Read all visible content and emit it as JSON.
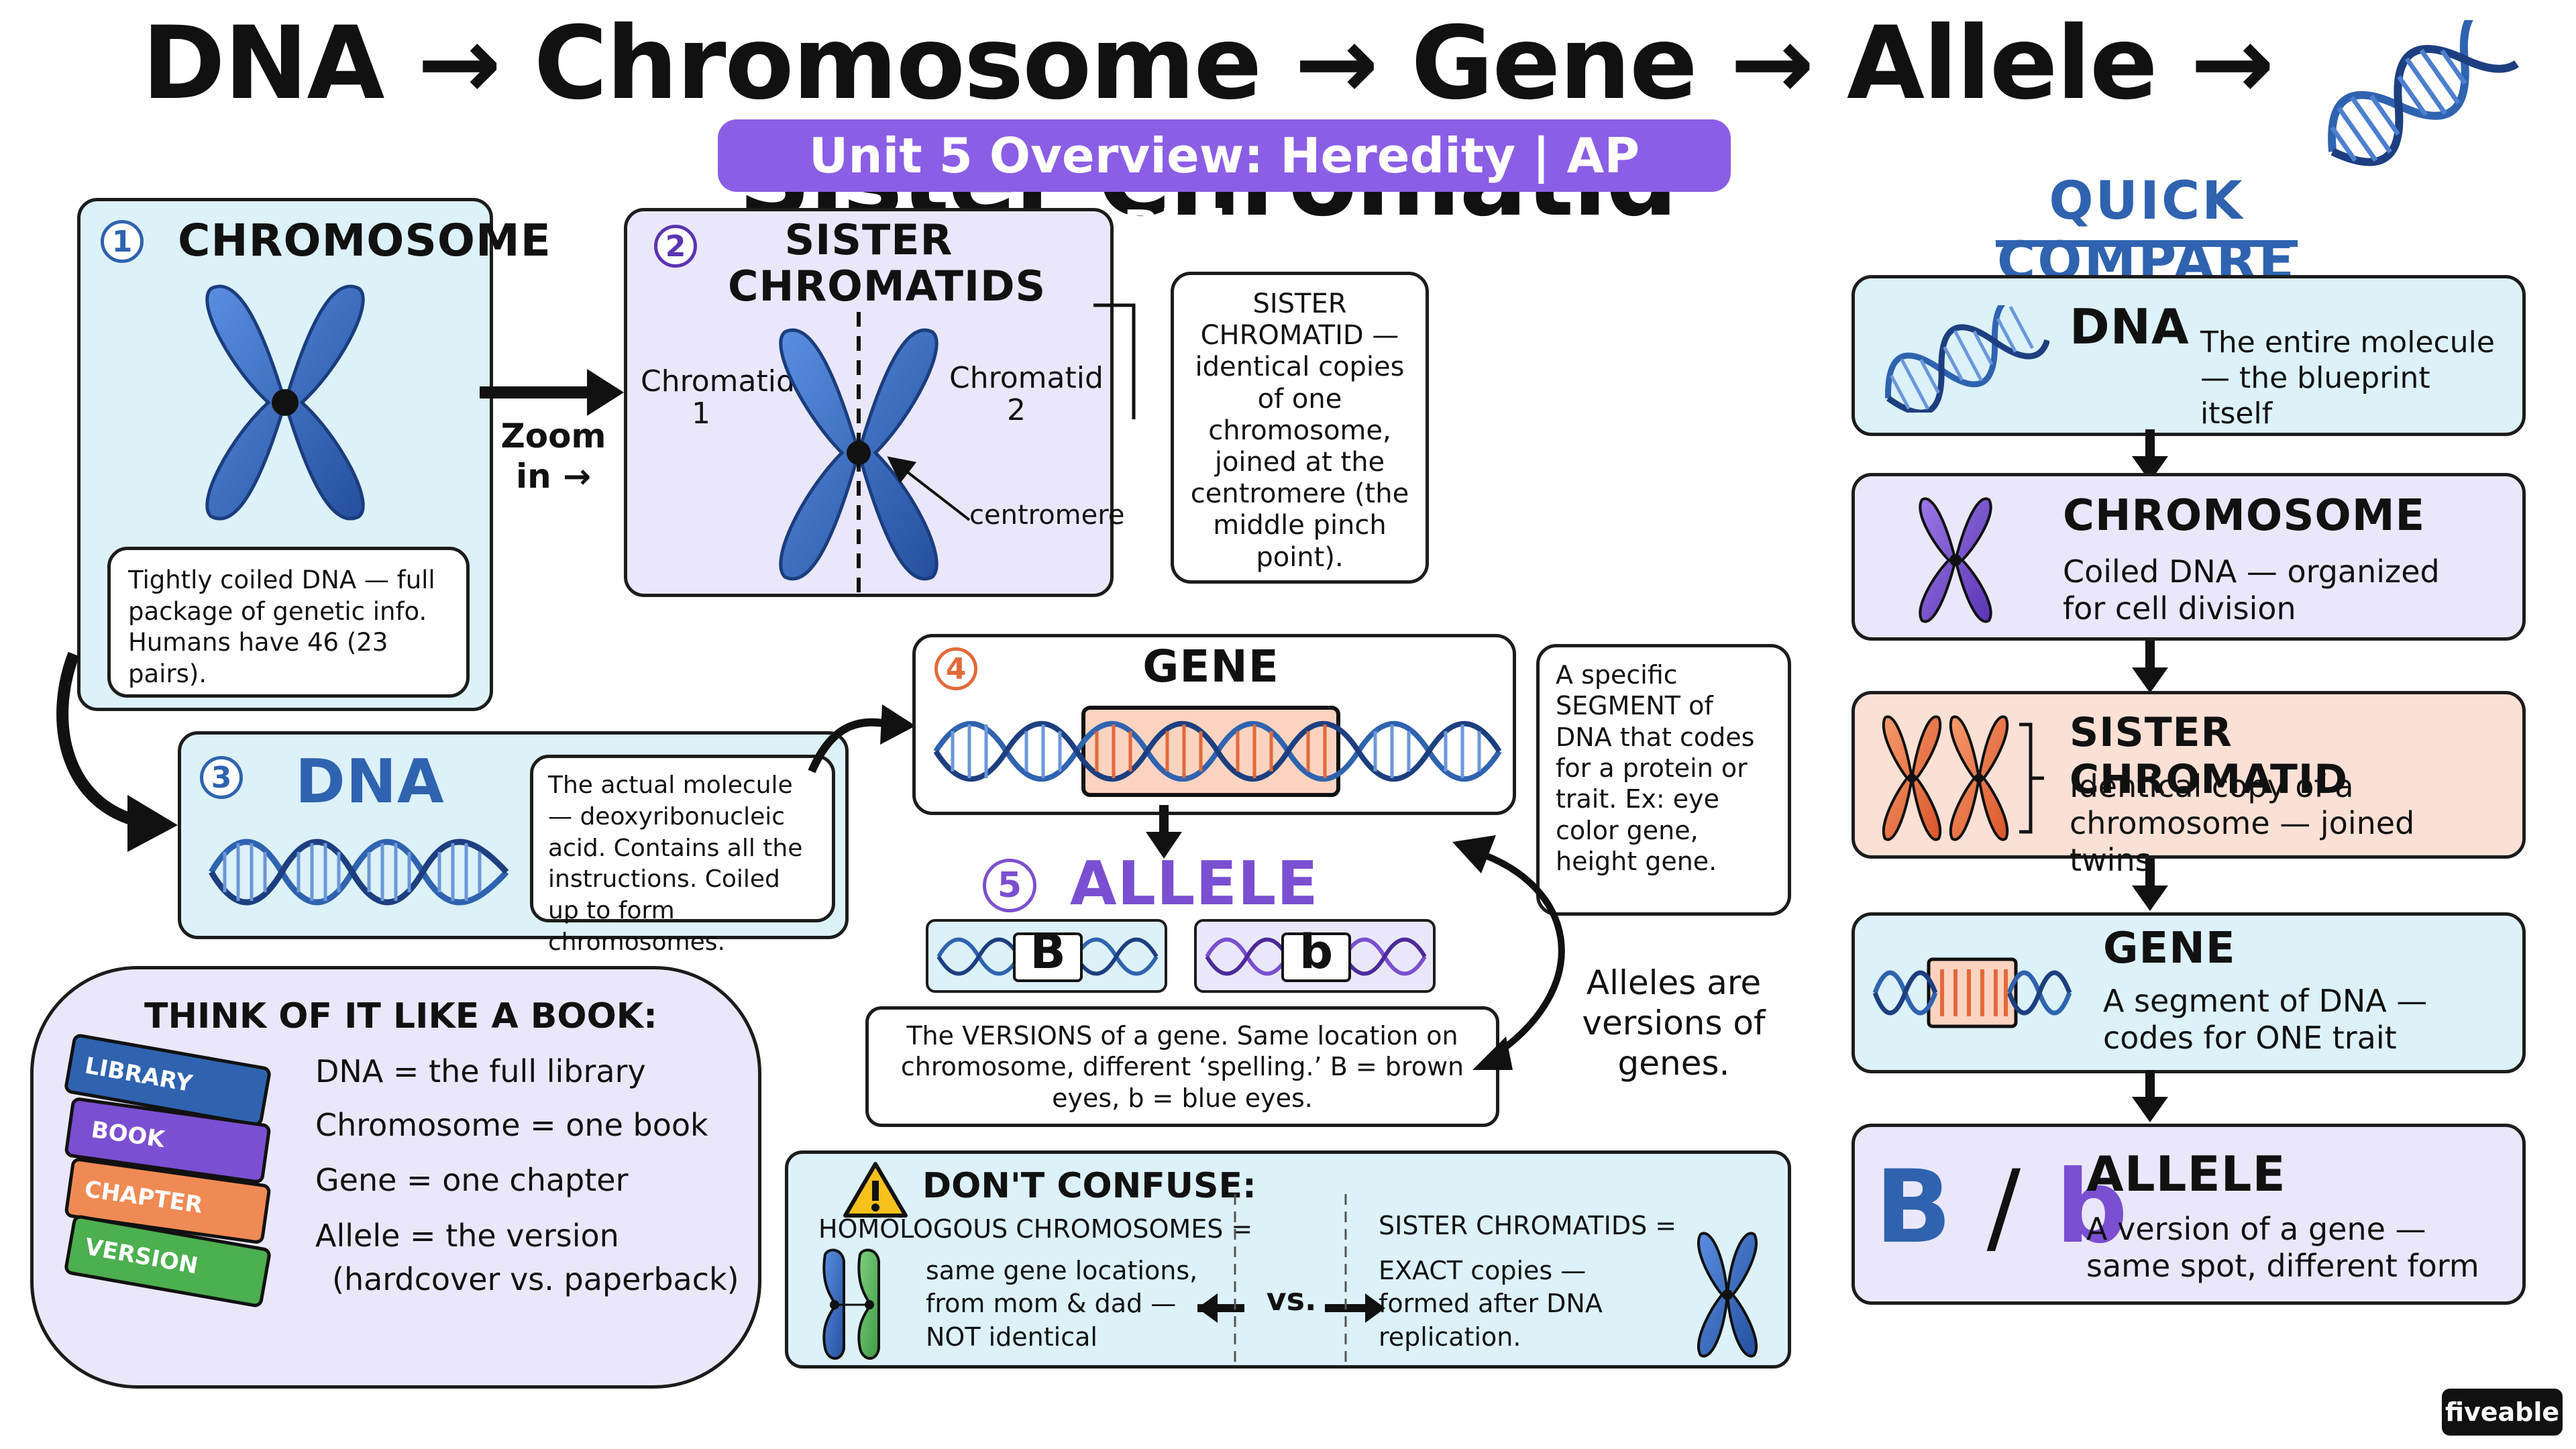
{
  "title": "DNA → Chromosome → Gene → Allele → Sister Chromatid",
  "subtitle": "Unit 5 Overview: Heredity | AP Biology",
  "chromosome_card": {
    "number": "1",
    "heading": "CHROMOSOME",
    "note": "Tightly coiled DNA — full package of genetic info. Humans have 46 (23 pairs)."
  },
  "zoom_label": "Zoom in →",
  "sister_card": {
    "number": "2",
    "heading": "SISTER CHROMATIDS",
    "chromatid1": "Chromatid 1",
    "chromatid2": "Chromatid 2",
    "centromere": "centromere",
    "definition": "SISTER CHROMATID — identical copies of one chromosome, joined at the centromere (the middle pinch point)."
  },
  "dna_card": {
    "number": "3",
    "heading": "DNA",
    "note": "The actual molecule — deoxyribonucleic acid. Contains all the instructions. Coiled up to form chromosomes."
  },
  "gene_card": {
    "number": "4",
    "heading": "GENE",
    "note": "A specific SEGMENT of DNA that codes for a protein or trait. Ex: eye color gene, height gene."
  },
  "allele_card": {
    "number": "5",
    "heading": "ALLELE",
    "allele_B": "B",
    "allele_b": "b",
    "note": "The VERSIONS of a gene. Same location on chromosome, different ‘spelling.’ B = brown eyes, b = blue eyes.",
    "side_note": "Alleles are versions of genes."
  },
  "book": {
    "heading": "THINK OF IT LIKE A BOOK:",
    "lines": [
      "DNA = the full library",
      "Chromosome = one book",
      "Gene = one chapter",
      "Allele = the version",
      "(hardcover vs. paperback)"
    ],
    "spines": [
      "LIBRARY",
      "BOOK",
      "CHAPTER",
      "VERSION"
    ]
  },
  "confuse": {
    "heading": "DON'T CONFUSE:",
    "left_title": "HOMOLOGOUS CHROMOSOMES =",
    "left_text": "same gene locations, from mom & dad — NOT identical",
    "vs": "vs.",
    "right_title": "SISTER CHROMATIDS =",
    "right_text": "EXACT copies — formed after DNA replication."
  },
  "compare": {
    "heading": "QUICK COMPARE",
    "items": [
      {
        "title": "DNA",
        "text": "The entire molecule — the blueprint itself",
        "icon": "dna-helix-icon"
      },
      {
        "title": "CHROMOSOME",
        "text": "Coiled DNA — organized for cell division",
        "icon": "chromosome-icon"
      },
      {
        "title": "SISTER CHROMATID",
        "text": "Identical copy of a chromosome — joined twins",
        "icon": "sister-chromatids-icon"
      },
      {
        "title": "GENE",
        "text": "A segment of DNA — codes for ONE trait",
        "icon": "gene-segment-icon"
      },
      {
        "title": "ALLELE",
        "text": "A version of a gene — same spot, different form",
        "icon": "allele-icon",
        "symbol_B": "B",
        "symbol_slash": "/",
        "symbol_b": "b"
      }
    ]
  },
  "brand": "fiveable",
  "colors": {
    "blue": "#2f63b0",
    "purple": "#7b4fd1",
    "orange": "#e36a3a",
    "green": "#4caf50",
    "light_blue": "#dcf1f8",
    "light_purple": "#eae7fb",
    "light_peach": "#fbe0d5"
  }
}
